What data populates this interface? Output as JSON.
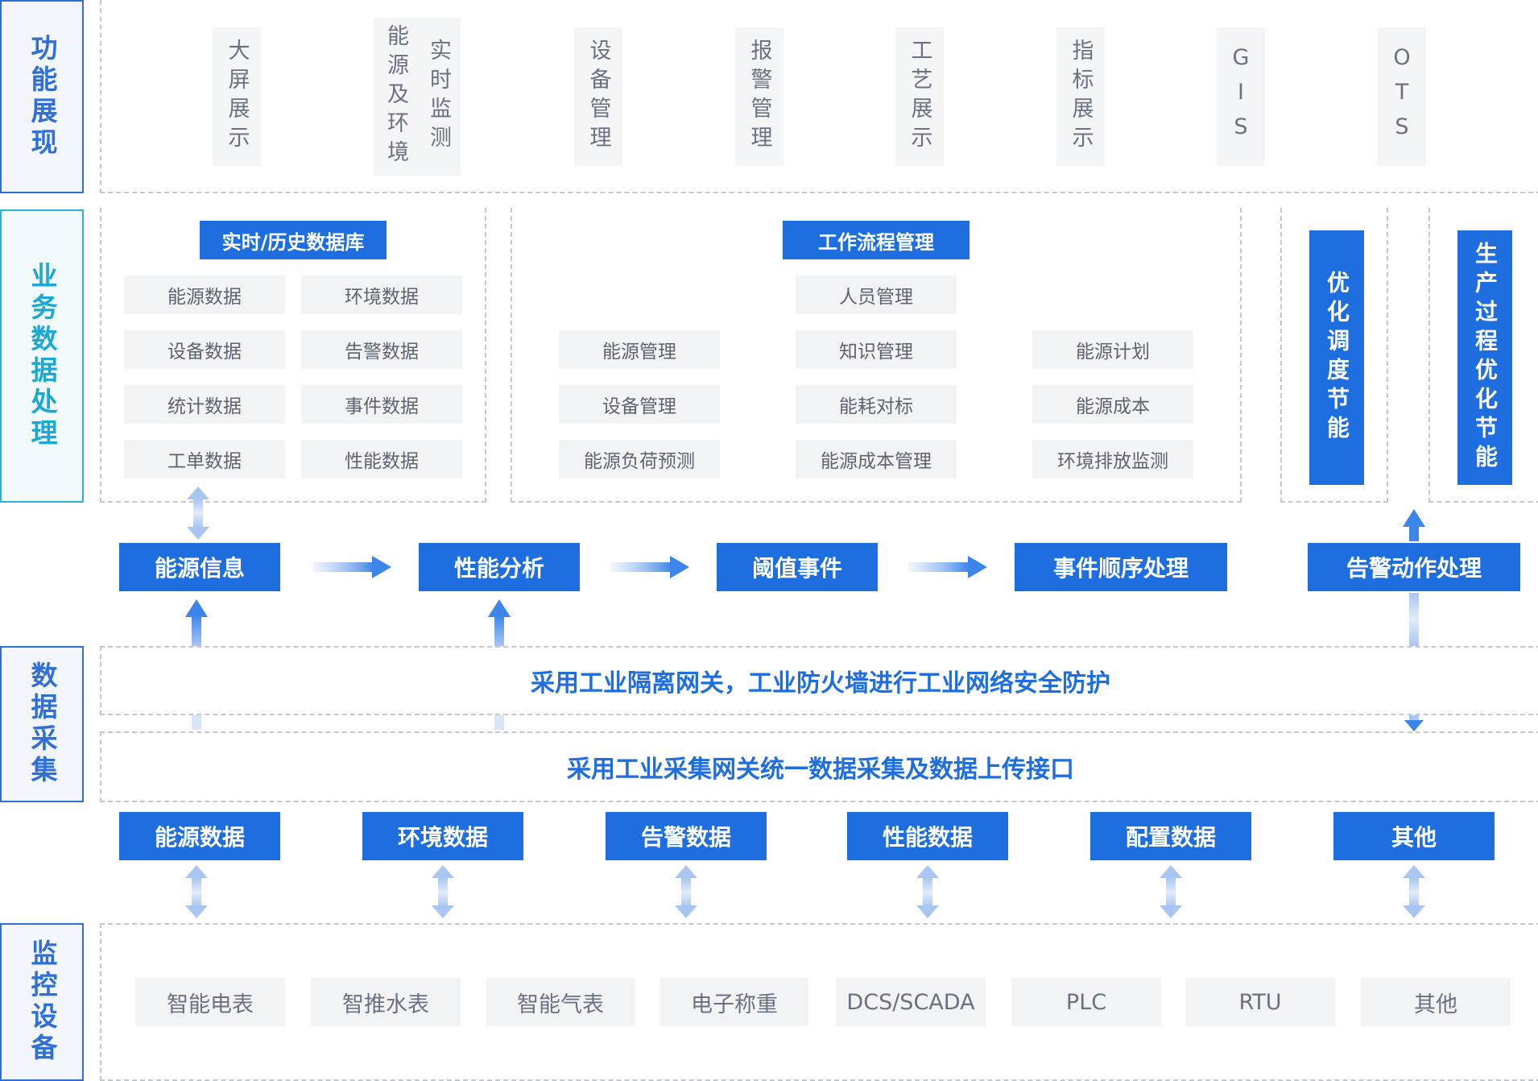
{
  "sections": {
    "display": "功能展现",
    "business": "业务数据处理",
    "collect": "数据采集",
    "monitor": "监控设备"
  },
  "display_items": [
    "大屏展示",
    "能源及环境实时监测",
    "设备管理",
    "报警管理",
    "工艺展示",
    "指标展示",
    "GIS",
    "OTS"
  ],
  "display_double": {
    "col1": "能源及环境",
    "col2": "实时监测"
  },
  "database": {
    "title": "实时/历史数据库",
    "items": [
      "能源数据",
      "环境数据",
      "设备数据",
      "告警数据",
      "统计数据",
      "事件数据",
      "工单数据",
      "性能数据"
    ]
  },
  "workflow": {
    "title": "工作流程管理",
    "items": [
      "人员管理",
      "能源管理",
      "知识管理",
      "能源计划",
      "设备管理",
      "能耗对标",
      "能源成本",
      "能源负荷预测",
      "能源成本管理",
      "环境排放监测"
    ]
  },
  "side_boxes": [
    "优化调度节能",
    "生产过程优化节能"
  ],
  "flow": [
    "能源信息",
    "性能分析",
    "阈值事件",
    "事件顺序处理",
    "告警动作处理"
  ],
  "gateways": {
    "security": "采用工业隔离网关，工业防火墙进行工业网络安全防护",
    "collect": "采用工业采集网关统一数据采集及数据上传接口"
  },
  "data_types": [
    "能源数据",
    "环境数据",
    "告警数据",
    "性能数据",
    "配置数据",
    "其他"
  ],
  "devices": [
    "智能电表",
    "智推水表",
    "智能气表",
    "电子称重",
    "DCS/SCADA",
    "PLC",
    "RTU",
    "其他"
  ],
  "colors": {
    "primary": "#1f6ee0",
    "cyan": "#1ba9d4",
    "dash": "#c2c9d3",
    "gray_bg": "#f2f3f5"
  }
}
